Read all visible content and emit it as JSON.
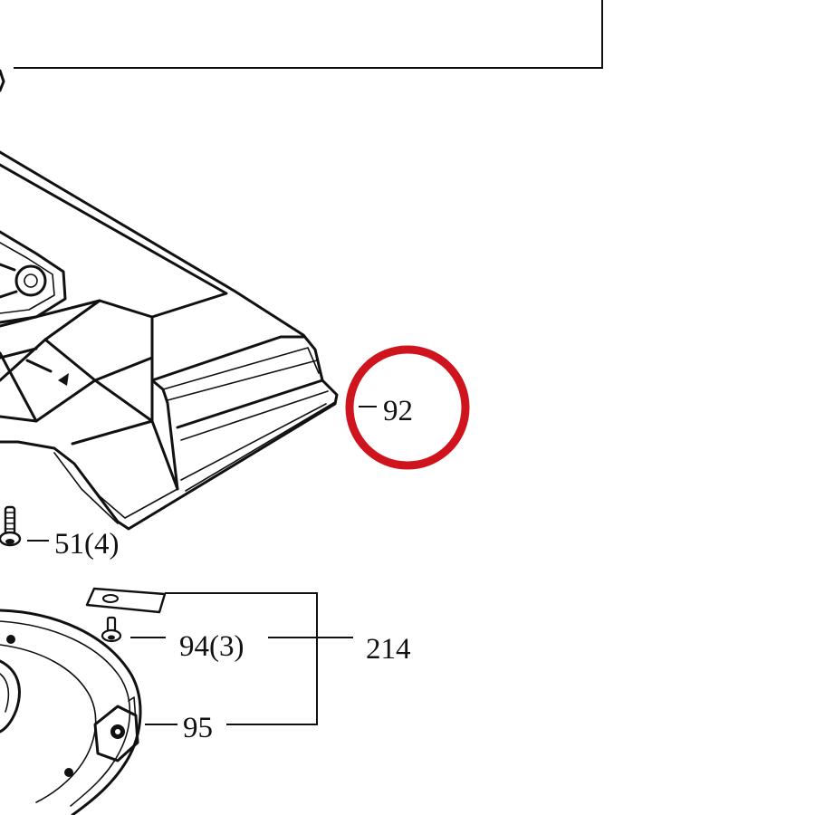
{
  "callouts": {
    "part_92": "92",
    "part_51": "51(4)",
    "part_94": "94(3)",
    "part_214": "214",
    "part_95": "95"
  },
  "highlight": {
    "target": "92",
    "color": "#d0141e"
  },
  "colors": {
    "line": "#111111",
    "background": "#ffffff"
  }
}
